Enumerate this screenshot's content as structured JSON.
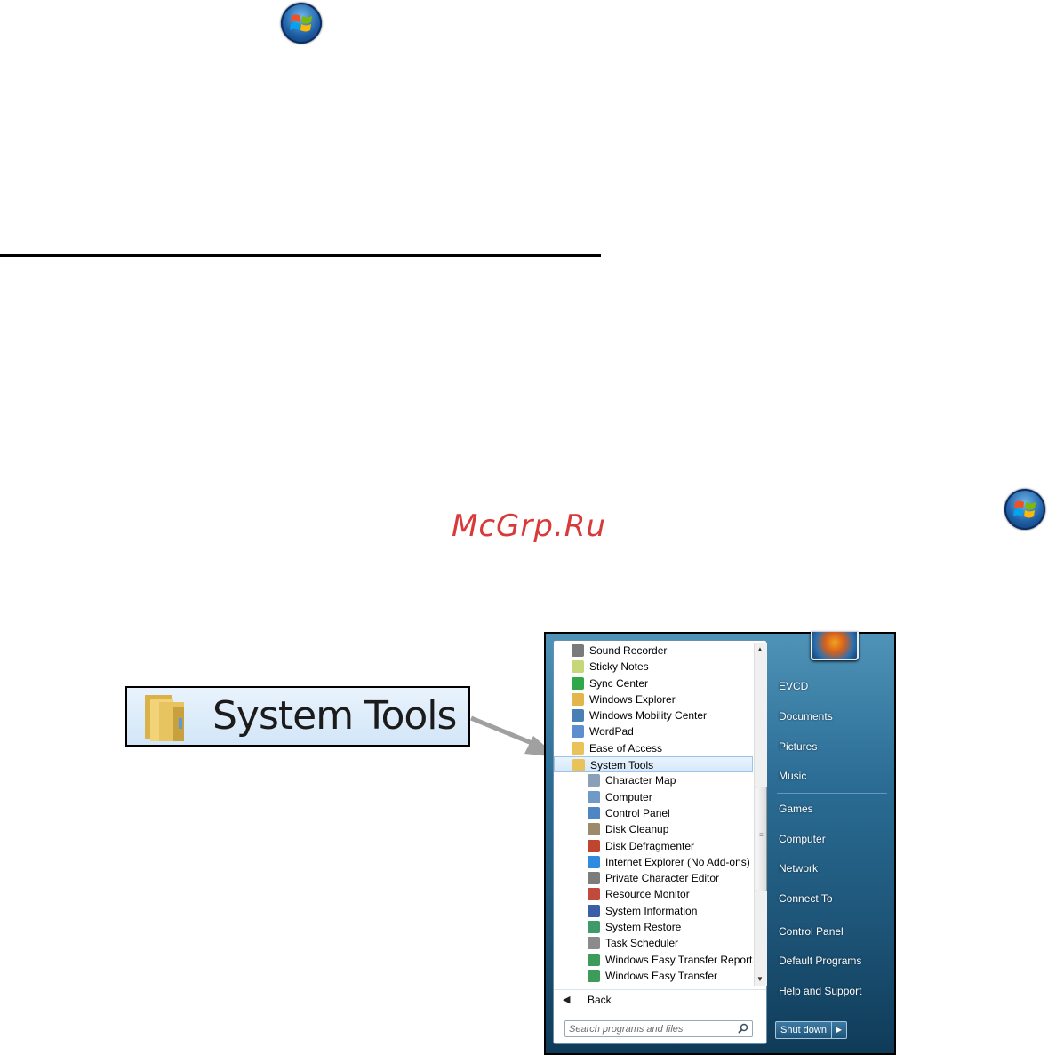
{
  "watermark": "McGrp.Ru",
  "zoom_callout": {
    "label": "System Tools"
  },
  "start_menu": {
    "programs": [
      {
        "label": "Sound Recorder",
        "icon": "microphone-icon",
        "level": 0,
        "color": "#7a7a7a"
      },
      {
        "label": "Sticky Notes",
        "icon": "sticky-note-icon",
        "level": 0,
        "color": "#c6d77a"
      },
      {
        "label": "Sync Center",
        "icon": "sync-icon",
        "level": 0,
        "color": "#2fa84a"
      },
      {
        "label": "Windows Explorer",
        "icon": "explorer-icon",
        "level": 0,
        "color": "#e3b64b"
      },
      {
        "label": "Windows Mobility Center",
        "icon": "mobility-icon",
        "level": 0,
        "color": "#4a7fb5"
      },
      {
        "label": "WordPad",
        "icon": "wordpad-icon",
        "level": 0,
        "color": "#5d8fcf"
      },
      {
        "label": "Ease of Access",
        "icon": "folder-icon",
        "level": 0,
        "color": "#e9c25a"
      },
      {
        "label": "System Tools",
        "icon": "folder-icon",
        "level": 0,
        "color": "#e9c25a",
        "selected": true
      },
      {
        "label": "Character Map",
        "icon": "character-map-icon",
        "level": 1,
        "color": "#8aa0b8"
      },
      {
        "label": "Computer",
        "icon": "computer-icon",
        "level": 1,
        "color": "#6f99c7"
      },
      {
        "label": "Control Panel",
        "icon": "control-panel-icon",
        "level": 1,
        "color": "#4d86c3"
      },
      {
        "label": "Disk Cleanup",
        "icon": "disk-cleanup-icon",
        "level": 1,
        "color": "#9c8a6c"
      },
      {
        "label": "Disk Defragmenter",
        "icon": "defragmenter-icon",
        "level": 1,
        "color": "#c0452e"
      },
      {
        "label": "Internet Explorer (No Add-ons)",
        "icon": "internet-explorer-icon",
        "level": 1,
        "color": "#2f8be0"
      },
      {
        "label": "Private Character Editor",
        "icon": "character-editor-icon",
        "level": 1,
        "color": "#7c7c7c"
      },
      {
        "label": "Resource Monitor",
        "icon": "resource-monitor-icon",
        "level": 1,
        "color": "#c14a3c"
      },
      {
        "label": "System Information",
        "icon": "system-information-icon",
        "level": 1,
        "color": "#3a5fa8"
      },
      {
        "label": "System Restore",
        "icon": "system-restore-icon",
        "level": 1,
        "color": "#3f9a6b"
      },
      {
        "label": "Task Scheduler",
        "icon": "task-scheduler-icon",
        "level": 1,
        "color": "#8b8b8b"
      },
      {
        "label": "Windows Easy Transfer Reports",
        "icon": "easy-transfer-icon",
        "level": 1,
        "color": "#3d9c5a"
      },
      {
        "label": "Windows Easy Transfer",
        "icon": "easy-transfer-icon",
        "level": 1,
        "color": "#3d9c5a"
      }
    ],
    "back_label": "Back",
    "search_placeholder": "Search programs and files",
    "right_pane": [
      "EVCD",
      "Documents",
      "Pictures",
      "Music",
      "Games",
      "Computer",
      "Network",
      "Connect To",
      "Control Panel",
      "Default Programs",
      "Help and Support"
    ],
    "shutdown_label": "Shut down"
  }
}
